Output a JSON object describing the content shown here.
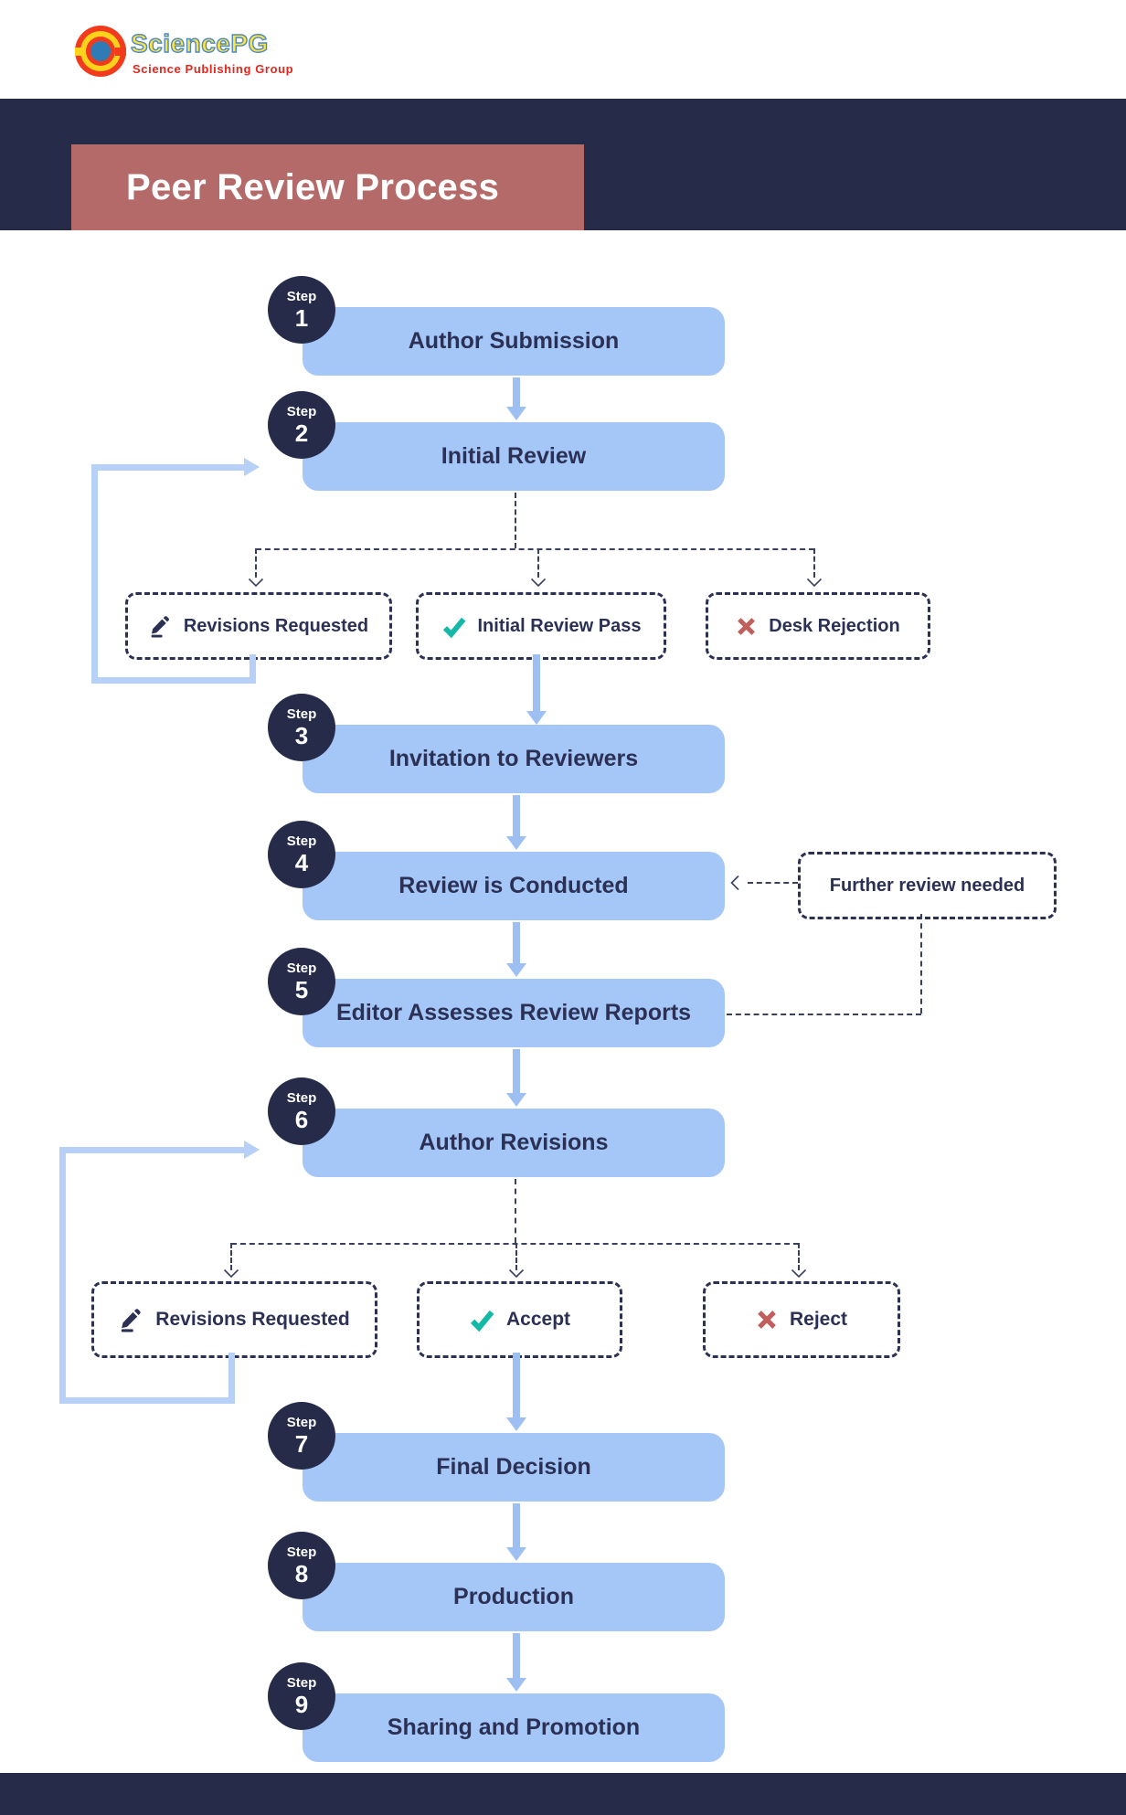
{
  "header": {
    "brand": "SciencePG",
    "tagline": "Science Publishing Group"
  },
  "banner": {
    "title": "Peer Review Process"
  },
  "steps": [
    {
      "badge": "Step",
      "number": "1",
      "label": "Author Submission"
    },
    {
      "badge": "Step",
      "number": "2",
      "label": "Initial Review"
    },
    {
      "badge": "Step",
      "number": "3",
      "label": "Invitation to Reviewers"
    },
    {
      "badge": "Step",
      "number": "4",
      "label": "Review is Conducted"
    },
    {
      "badge": "Step",
      "number": "5",
      "label": "Editor Assesses Review Reports"
    },
    {
      "badge": "Step",
      "number": "6",
      "label": "Author Revisions"
    },
    {
      "badge": "Step",
      "number": "7",
      "label": "Final Decision"
    },
    {
      "badge": "Step",
      "number": "8",
      "label": "Production"
    },
    {
      "badge": "Step",
      "number": "9",
      "label": "Sharing and Promotion"
    }
  ],
  "initial_review_outcomes": [
    {
      "icon": "pencil-icon",
      "label": "Revisions Requested"
    },
    {
      "icon": "check-icon",
      "label": "Initial Review Pass"
    },
    {
      "icon": "cross-icon",
      "label": "Desk Rejection"
    }
  ],
  "revision_outcomes": [
    {
      "icon": "pencil-icon",
      "label": "Revisions Requested"
    },
    {
      "icon": "check-icon",
      "label": "Accept"
    },
    {
      "icon": "cross-icon",
      "label": "Reject"
    }
  ],
  "annotations": {
    "further_review": "Further review needed"
  },
  "colors": {
    "navy": "#262b49",
    "rose": "#b56a6a",
    "bar_blue": "#a4c7f8",
    "arrow_blue": "#9dbff2",
    "loop_blue": "#b6d0f7",
    "teal": "#14b8a6",
    "red": "#c05f5c",
    "text_navy": "#2b3054"
  }
}
